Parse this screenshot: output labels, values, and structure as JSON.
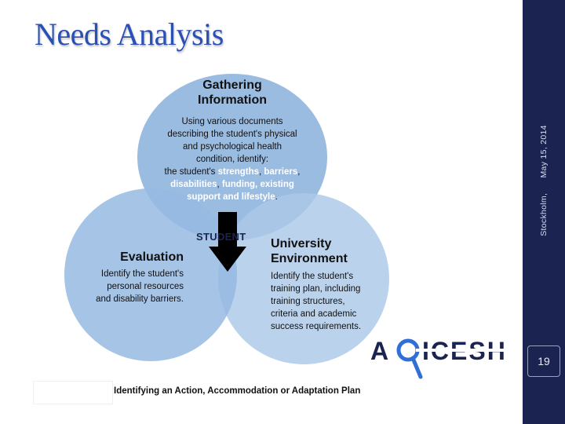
{
  "slide": {
    "title": "Needs Analysis",
    "date": "May 15, 2014",
    "location": "Stockholm,",
    "page_number": "19",
    "footer": "Identifying an Action, Accommodation or Adaptation Plan",
    "logo_text": "AQICESH"
  },
  "diagram": {
    "center_label": "STUDENT",
    "gathering": {
      "title_line1": "Gathering",
      "title_line2": "Information",
      "line1": "Using various documents",
      "line2": "describing the student's physical",
      "line3": "and psychological health",
      "line4": "condition, identify:",
      "line5_prefix": "the student's ",
      "strengths": "strengths",
      "sep1": ", ",
      "barriers": "barriers",
      "sep2": ",",
      "disabilities": "disabilities",
      "sep3": ", ",
      "funding": "funding, existing",
      "support": "support and lifestyle",
      "end": "."
    },
    "evaluation": {
      "title": "Evaluation",
      "line1": "Identify the student's",
      "line2": "personal resources",
      "line3": "and disability barriers."
    },
    "university": {
      "title_line1": "University",
      "title_line2": "Environment",
      "line1": "Identify the student's",
      "line2": "training plan, including",
      "line3": "training structures,",
      "line4": "criteria and academic",
      "line5": "success requirements."
    }
  },
  "colors": {
    "title": "#2a4fb5",
    "sidebar": "#1b2450",
    "circle_top": "#8ab0dc",
    "circle_left": "#96bae2",
    "circle_right": "#acc8e8",
    "logo_dark": "#1b2450",
    "logo_blue": "#2f6fd6"
  }
}
